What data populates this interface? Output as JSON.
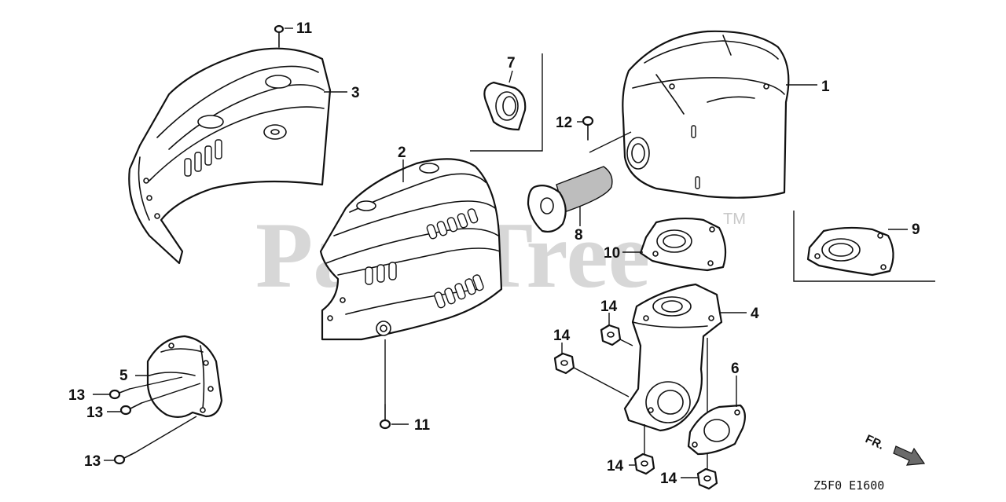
{
  "watermark": {
    "text": "PartsTree",
    "trademark": "TM"
  },
  "direction_label": "FR.",
  "diagram_code": "Z5F0  E1600",
  "callouts": {
    "c1": "1",
    "c2": "2",
    "c3": "3",
    "c4": "4",
    "c5": "5",
    "c6": "6",
    "c7": "7",
    "c8": "8",
    "c9": "9",
    "c10": "10",
    "c11_top": "11",
    "c11_bottom": "11",
    "c12": "12",
    "c13_a": "13",
    "c13_b": "13",
    "c13_c": "13",
    "c14_a": "14",
    "c14_b": "14",
    "c14_c": "14",
    "c14_d": "14"
  },
  "parts": [
    {
      "number": "1",
      "icon": "muffler-icon"
    },
    {
      "number": "2",
      "icon": "muffler-protector-icon"
    },
    {
      "number": "3",
      "icon": "muffler-cover-icon"
    },
    {
      "number": "4",
      "icon": "exhaust-pipe-joint-icon"
    },
    {
      "number": "5",
      "icon": "exhaust-cap-icon"
    },
    {
      "number": "6",
      "icon": "gasket-icon"
    },
    {
      "number": "7",
      "icon": "grommet-icon"
    },
    {
      "number": "8",
      "icon": "spark-arrester-icon"
    },
    {
      "number": "9",
      "icon": "gasket-icon"
    },
    {
      "number": "10",
      "icon": "gasket-icon"
    },
    {
      "number": "11",
      "icon": "bolt-icon"
    },
    {
      "number": "12",
      "icon": "screw-icon"
    },
    {
      "number": "13",
      "icon": "screw-icon"
    },
    {
      "number": "14",
      "icon": "nut-icon"
    }
  ]
}
